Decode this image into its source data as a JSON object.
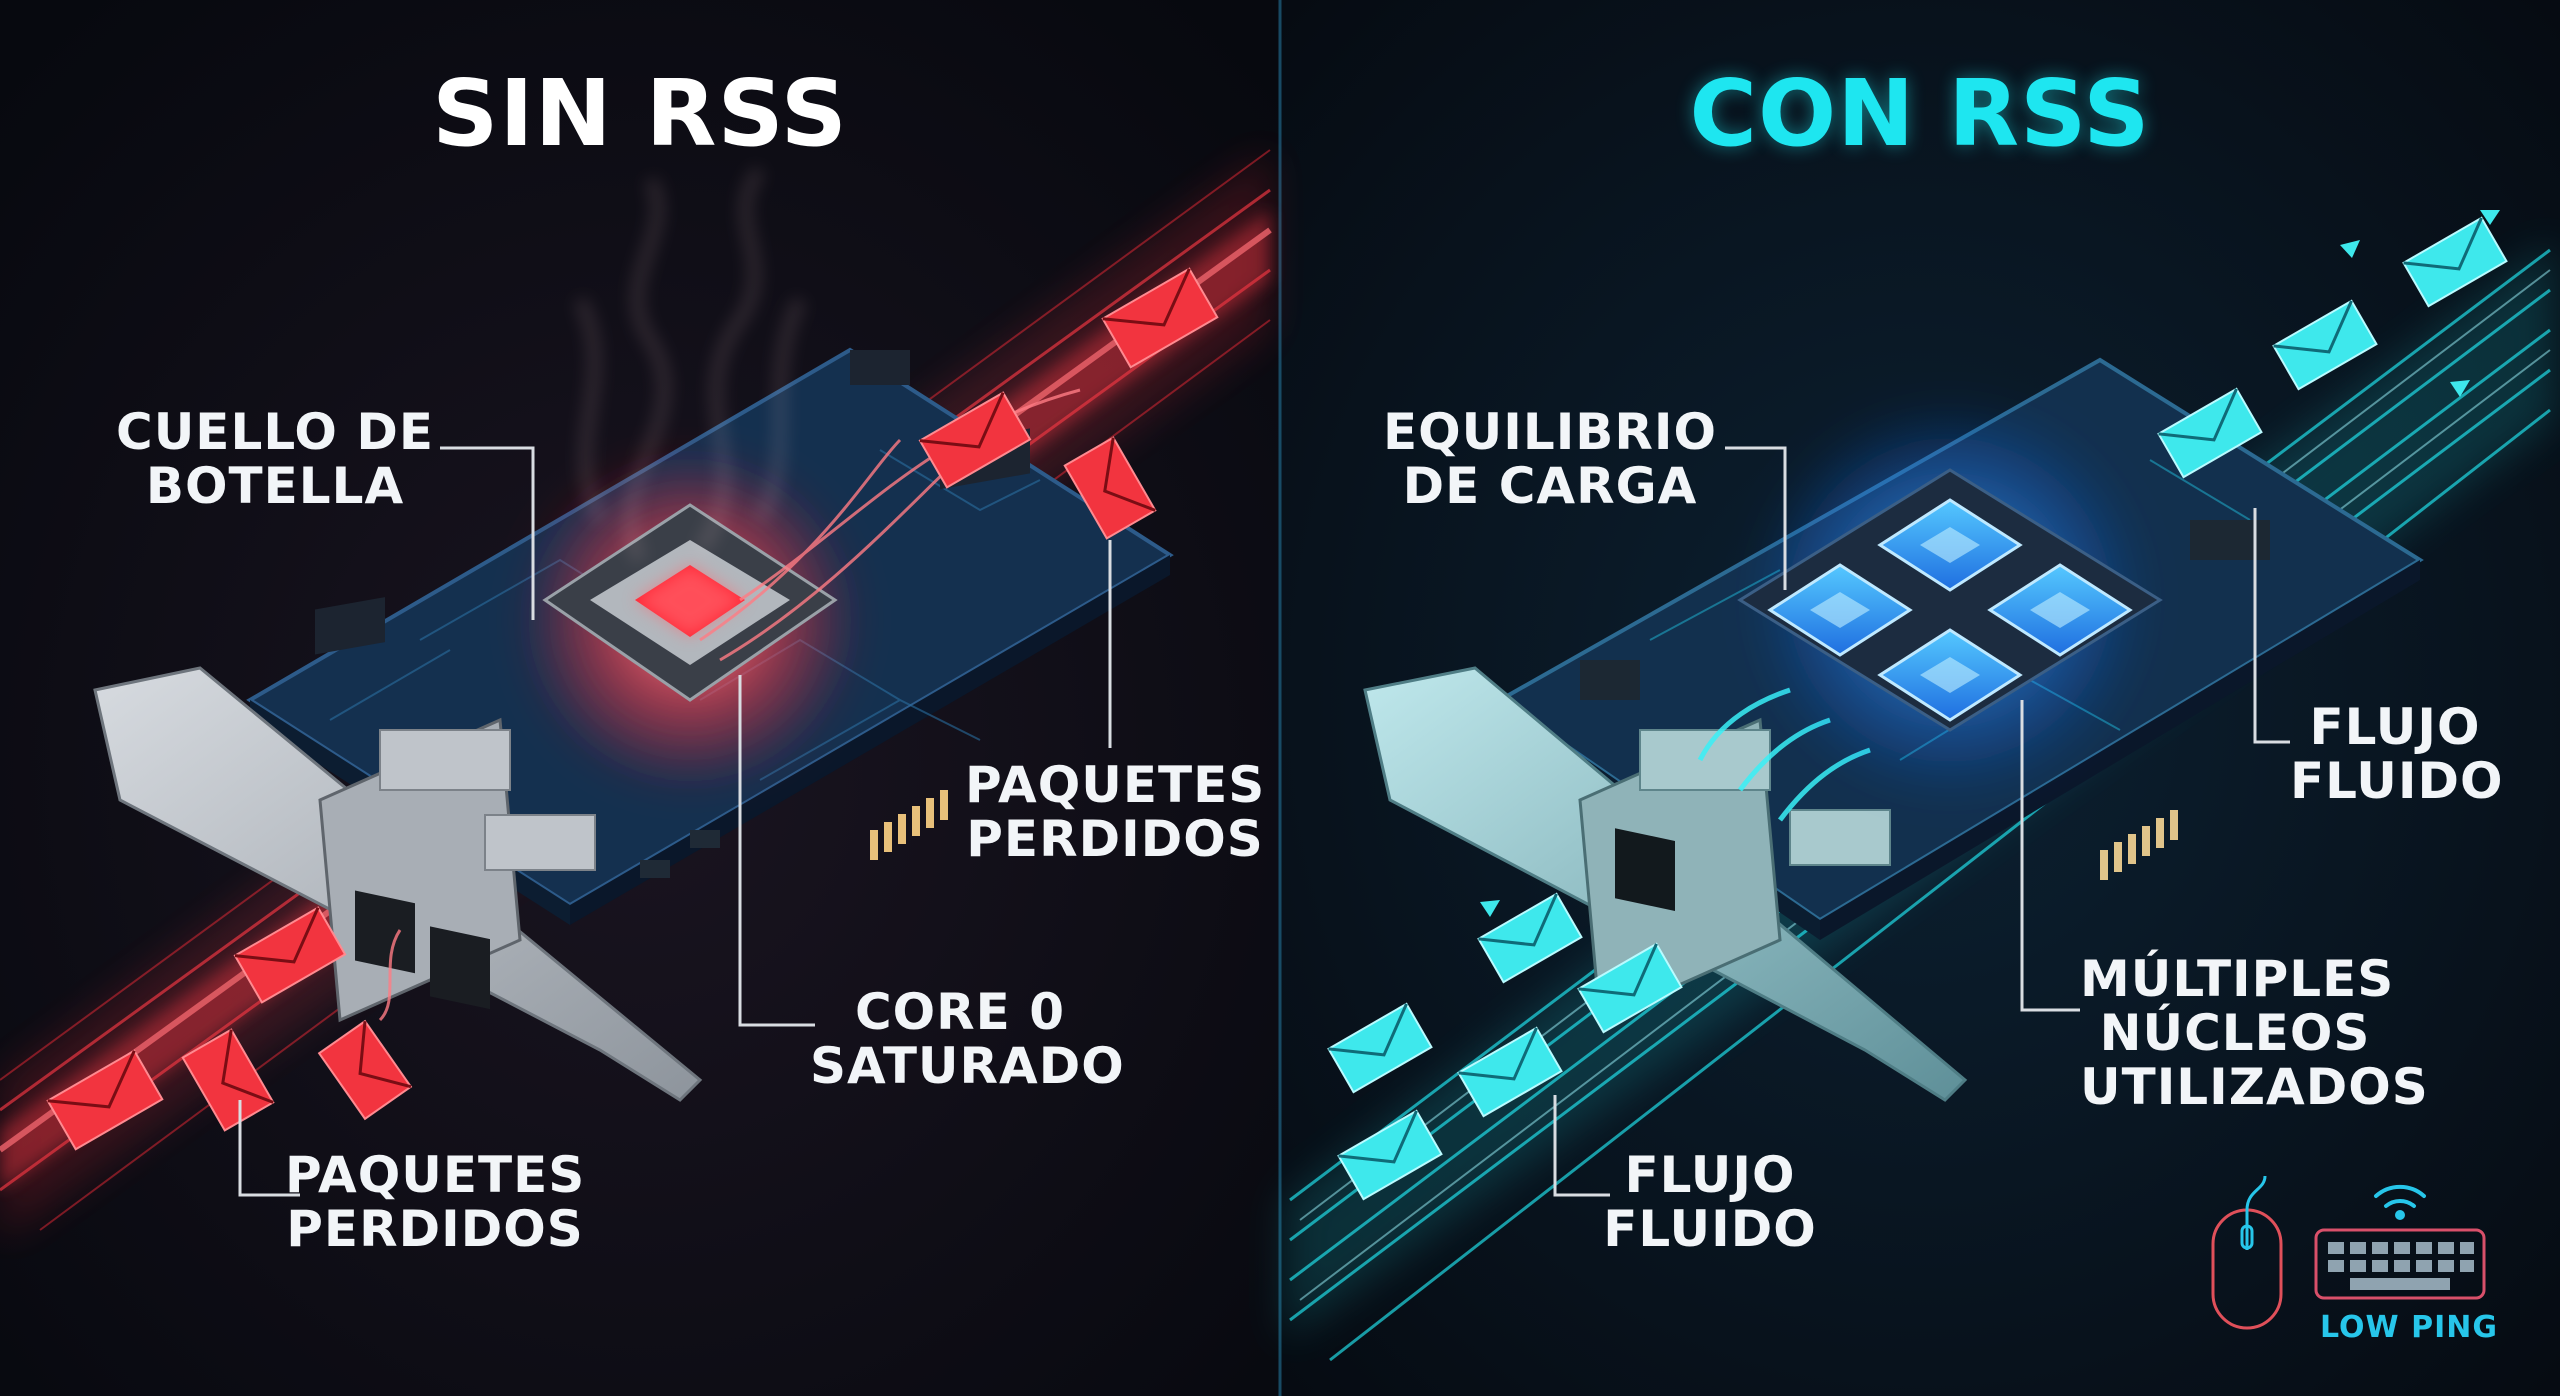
{
  "left": {
    "title": "SIN RSS",
    "labels": {
      "bottleneck": [
        "CUELLO DE",
        "BOTELLA"
      ],
      "lost_right": [
        "PAQUETES",
        "PERDIDOS"
      ],
      "core": [
        "CORE 0",
        "SATURADO"
      ],
      "lost_bottom": [
        "PAQUETES",
        "PERDIDOS"
      ]
    }
  },
  "right": {
    "title": "CON RSS",
    "labels": {
      "balance": [
        "EQUILIBRIO",
        "DE CARGA"
      ],
      "flow_right": [
        "FLUJO",
        "FLUIDO"
      ],
      "cores": [
        "MÚLTIPLES",
        "NÚCLEOS",
        "UTILIZADOS"
      ],
      "flow_bottom": [
        "FLUJO",
        "FLUIDO"
      ]
    }
  },
  "badge": {
    "text": "LOW PING"
  },
  "colors": {
    "background": "#070b12",
    "red_accent": "#ff3340",
    "cyan_accent": "#1ee6f0",
    "blue_core": "#2aa8ff",
    "board": "#16335a"
  },
  "icons": [
    "envelope-icon",
    "mouse-icon",
    "keyboard-icon",
    "wifi-icon",
    "network-card-icon",
    "cpu-chip-icon"
  ]
}
